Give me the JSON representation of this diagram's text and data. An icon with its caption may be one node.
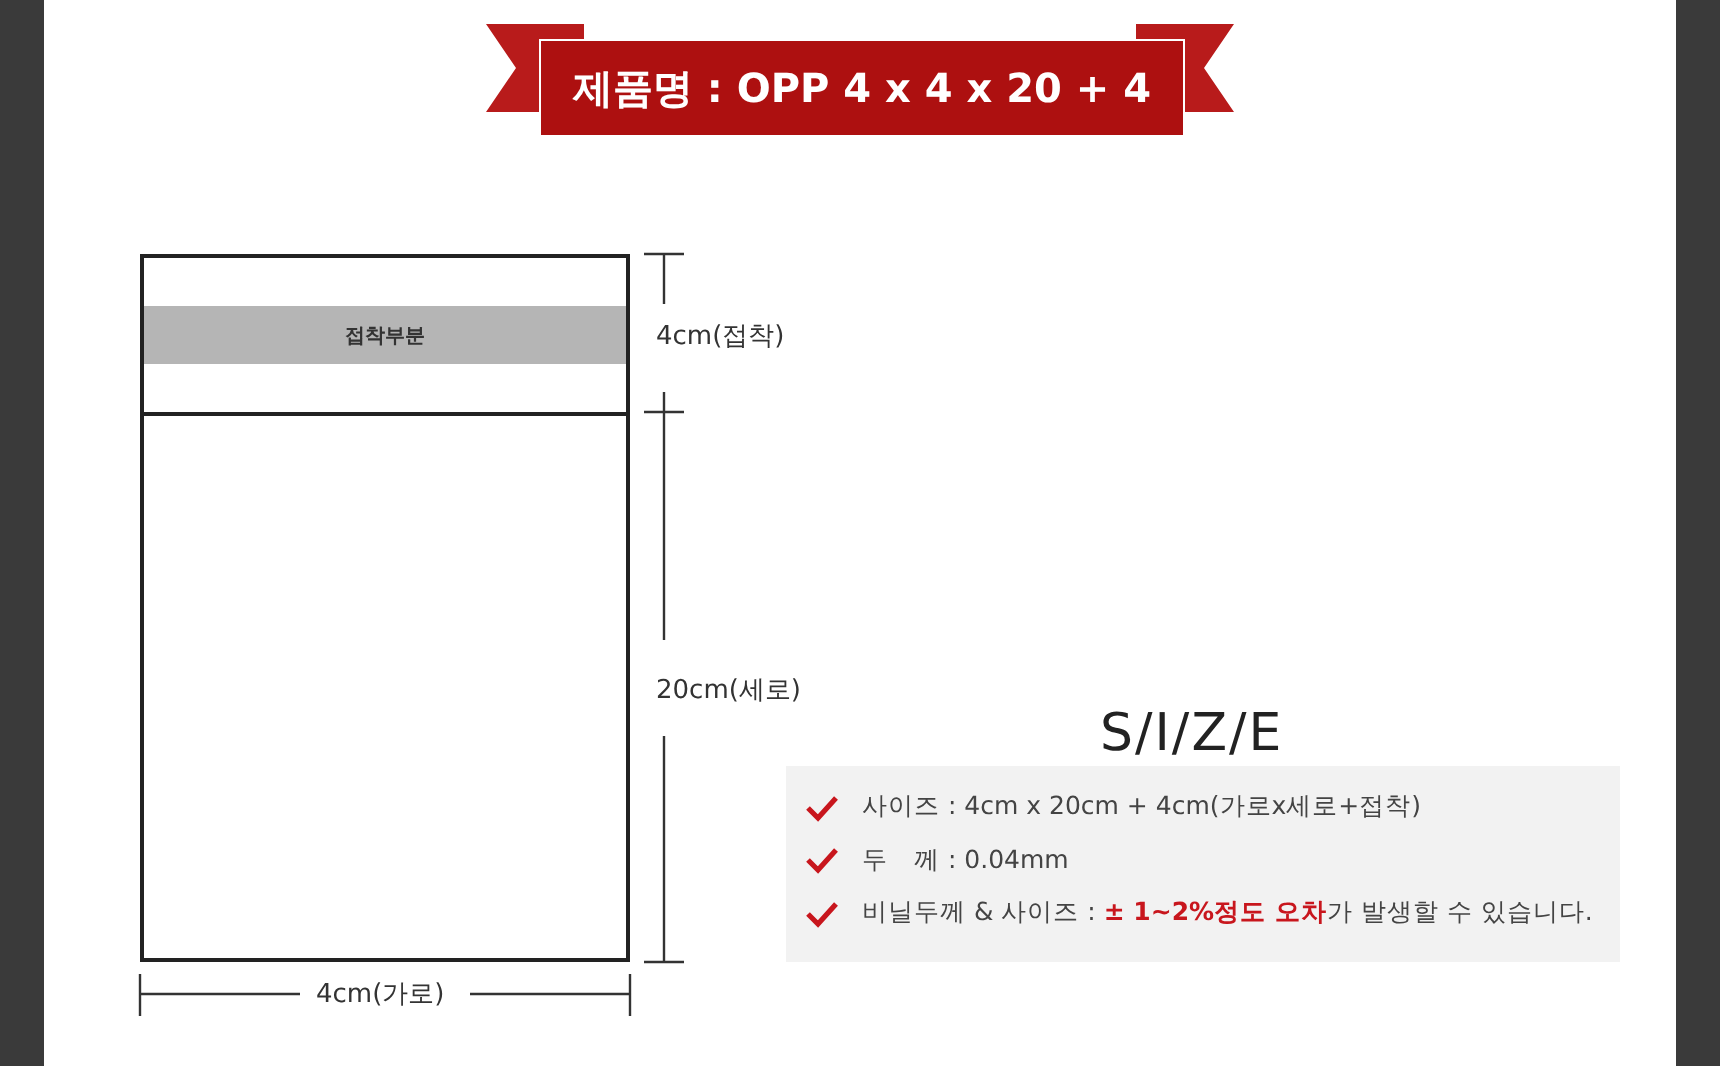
{
  "diagram": {
    "title": "제품명 : OPP 4 x 4 x 20 + 4",
    "nodes": [
      {
        "text": [],
        "shape": "box"
      },
      {
        "text": [
          "접착부분"
        ],
        "in": 0
      },
      {
        "beside": [
          "S/I/Z/E"
        ],
        "text": [
          "사이즈 : 4cm x 20cm + 4cm(가로x세로+접착)",
          "두　께 : 0.04mm",
          "비닐두께 & 사이즈 : **± 1~2%정도 오차**가 발생할 수 있습니다."
        ]
      }
    ],
    "edges": [],
    "labels": [
      "4cm(접착)",
      "20cm(세로)",
      "4cm(가로)"
    ]
  }
}
